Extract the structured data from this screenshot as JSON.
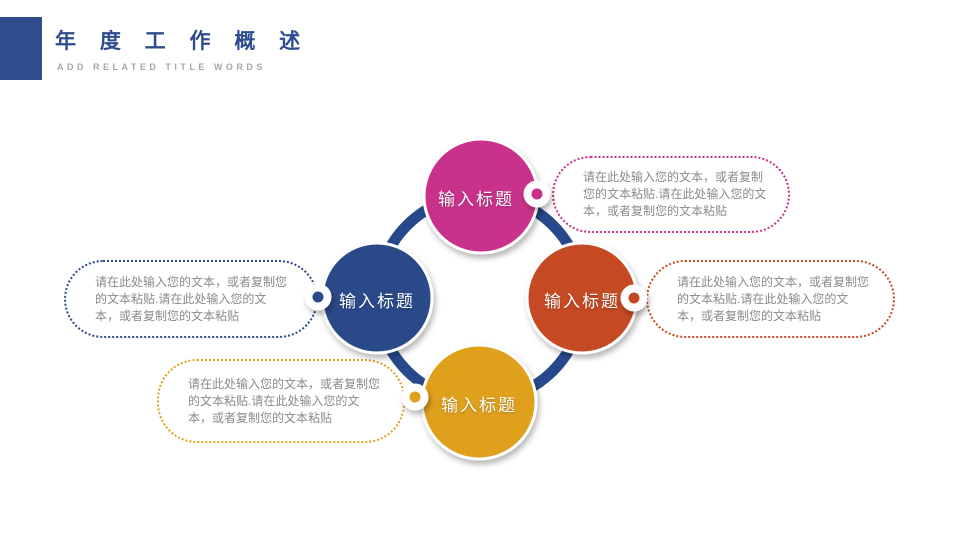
{
  "header": {
    "title": "年 度 工 作 概 述",
    "subtitle": "ADD RELATED TITLE WORDS",
    "accent_color": "#2F4D8C",
    "title_color": "#2E4D8E"
  },
  "diagram": {
    "ring_color": "#27498B",
    "placeholder_text_color": "#8A8A8A",
    "nodes": [
      {
        "id": "top",
        "label": "输入标题",
        "color": "#C9308A",
        "text": "请在此处输入您的文本，或者复制您的文本粘贴.请在此处输入您的文本，或者复制您的文本粘贴"
      },
      {
        "id": "left",
        "label": "输入标题",
        "color": "#2B4A88",
        "text": "请在此处输入您的文本，或者复制您的文本粘贴.请在此处输入您的文本，或者复制您的文本粘贴"
      },
      {
        "id": "right",
        "label": "输入标题",
        "color": "#C54A23",
        "text": "请在此处输入您的文本，或者复制您的文本粘贴.请在此处输入您的文本，或者复制您的文本粘贴"
      },
      {
        "id": "bottom",
        "label": "输入标题",
        "color": "#DFA01E",
        "text": "请在此处输入您的文本，或者复制您的文本粘贴.请在此处输入您的文本，或者复制您的文本粘贴"
      }
    ]
  }
}
